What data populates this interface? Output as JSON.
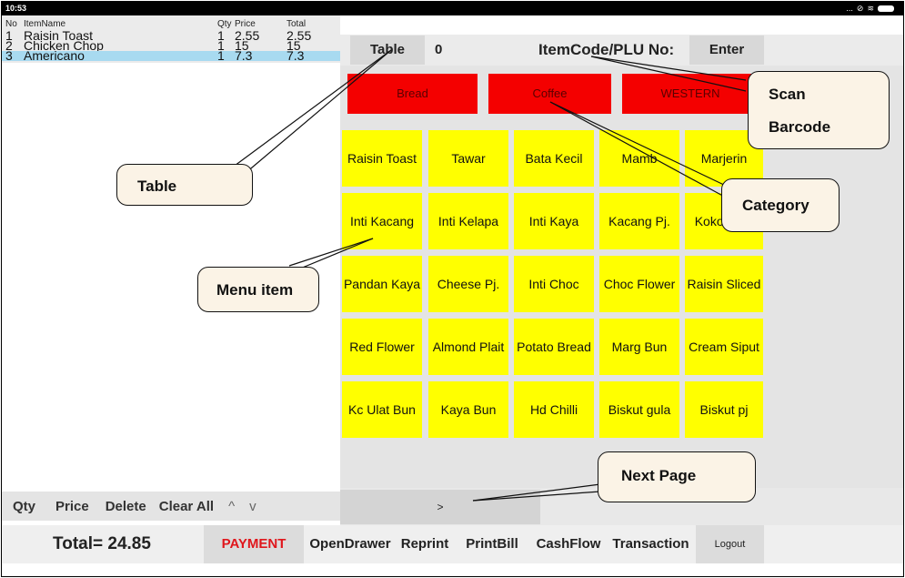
{
  "status_bar": {
    "time": "10:53",
    "icons": [
      "more-icon",
      "mute-icon",
      "wifi-icon",
      "battery-icon"
    ],
    "more_glyph": "...",
    "mute_glyph": "⊘",
    "wifi_glyph": "≋"
  },
  "order_table": {
    "headers": {
      "no": "No",
      "name": "ItemName",
      "qty": "Qty",
      "price": "Price",
      "total": "Total"
    },
    "rows": [
      {
        "no": "1",
        "name": "Raisin Toast",
        "qty": "1",
        "price": "2.55",
        "total": "2.55",
        "selected": false
      },
      {
        "no": "2",
        "name": "Chicken Chop",
        "qty": "1",
        "price": "15",
        "total": "15",
        "selected": false
      },
      {
        "no": "3",
        "name": "Americano",
        "qty": "1",
        "price": "7.3",
        "total": "7.3",
        "selected": true
      }
    ]
  },
  "edit_bar": {
    "qty": "Qty",
    "price": "Price",
    "delete": "Delete",
    "clear_all": "Clear All",
    "up": "^",
    "down": "v"
  },
  "header": {
    "table_label": "Table",
    "table_number": "0",
    "plu_label": "ItemCode/PLU No:",
    "enter_label": "Enter"
  },
  "categories": [
    "Bread",
    "Coffee",
    "WESTERN"
  ],
  "menu_items": [
    [
      "Raisin Toast",
      "Tawar",
      "Bata Kecil",
      "Mamb",
      "Marjerin"
    ],
    [
      "Inti Kacang",
      "Inti Kelapa",
      "Inti Kaya",
      "Kacang Pj.",
      "Koko Chip"
    ],
    [
      "Pandan Kaya",
      "Cheese Pj.",
      "Inti Choc",
      "Choc Flower",
      "Raisin Sliced"
    ],
    [
      "Red Flower",
      "Almond Plait",
      "Potato Bread",
      "Marg Bun",
      "Cream Siput"
    ],
    [
      "Kc Ulat Bun",
      "Kaya Bun",
      "Hd Chilli",
      "Biskut gula",
      "Biskut pj"
    ]
  ],
  "next_page": ">",
  "bottom_bar": {
    "total": "Total= 24.85",
    "payment": "PAYMENT",
    "open_drawer": "OpenDrawer",
    "reprint": "Reprint",
    "print_bill": "PrintBill",
    "cash_flow": "CashFlow",
    "transaction": "Transaction",
    "logout": "Logout"
  },
  "callouts": {
    "table": "Table",
    "menu_item": "Menu item",
    "scan_barcode_line1": "Scan",
    "scan_barcode_line2": "Barcode",
    "category": "Category",
    "next_page": "Next Page"
  },
  "colors": {
    "category_bg": "#f40000",
    "item_bg": "#ffff00",
    "selected_row": "#a8daf0",
    "payment_text": "#e0161c",
    "callout_bg": "#fbf3e6"
  }
}
